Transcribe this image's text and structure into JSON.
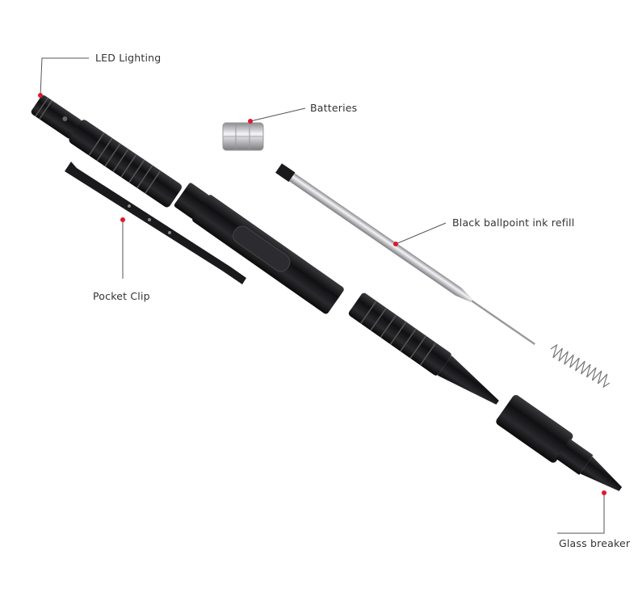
{
  "callouts": {
    "led": "LED Lighting",
    "batteries": "Batteries",
    "refill": "Black ballpoint ink refill",
    "clip": "Pocket Clip",
    "breaker": "Glass breaker"
  },
  "colors": {
    "marker": "#e0182d",
    "leader_line": "#555555",
    "metal_dark": "#1c1c1e",
    "metal_silver": "#c8c8cc"
  }
}
